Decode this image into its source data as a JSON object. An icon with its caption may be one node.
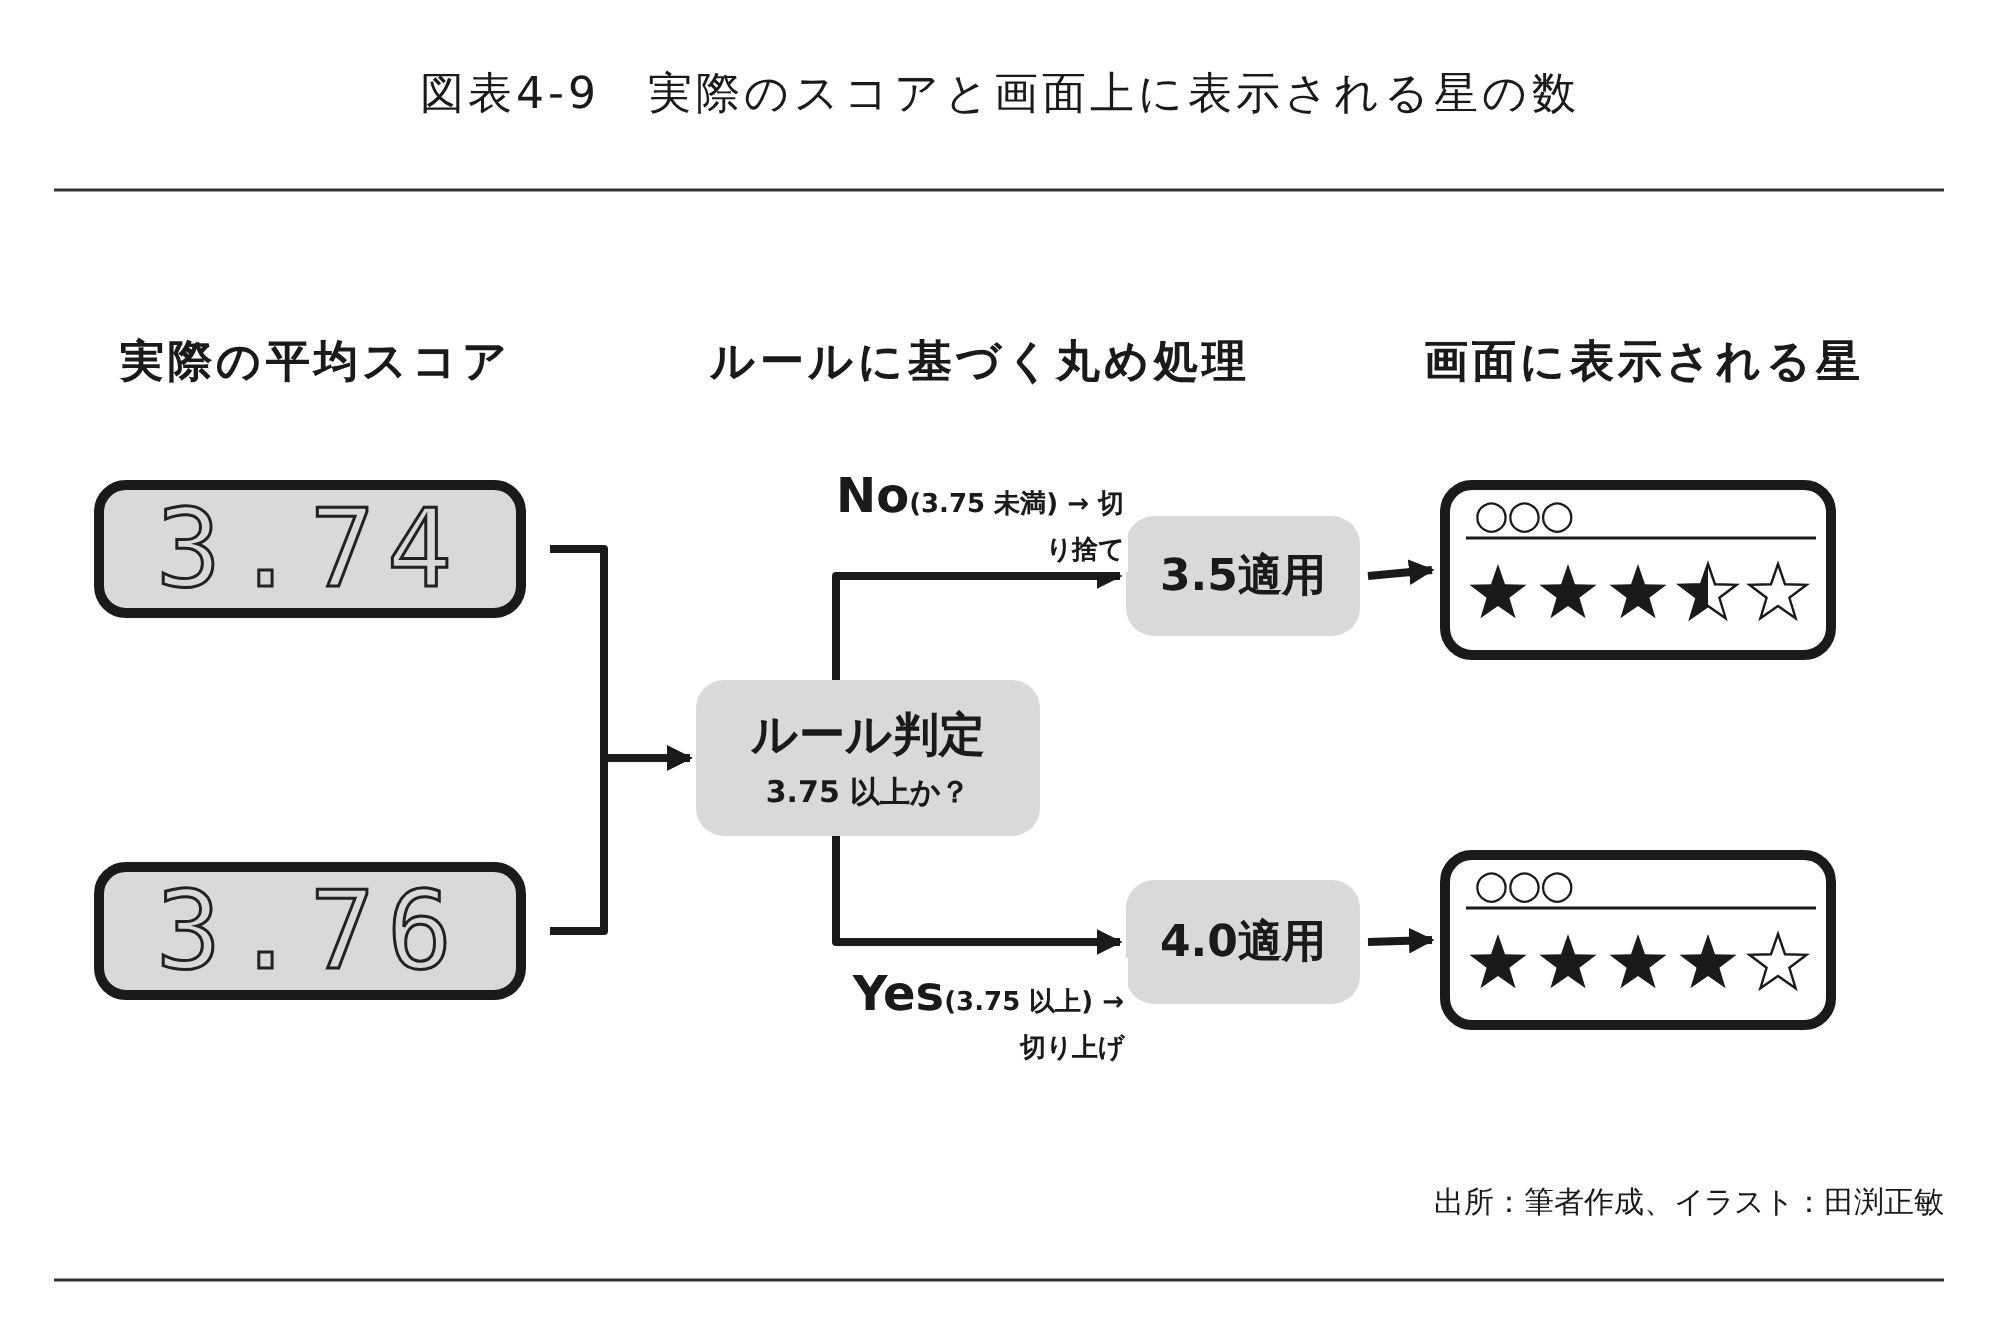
{
  "diagram": {
    "title": "図表4-9　実際のスコアと画面上に表示される星の数",
    "caption": "出所：筆者作成、イラスト：田渕正敏",
    "nodes": [
      {
        "text": [
          "3.74"
        ]
      },
      {
        "text": [
          "3.76"
        ]
      },
      {
        "text": [
          "ルール判定",
          "3.75 以上か？"
        ]
      },
      {
        "text": [
          "3.5適用"
        ]
      },
      {
        "text": [
          "4.0適用"
        ]
      },
      {
        "text": [
          "○○○"
        ]
      },
      {
        "text": [
          "○○○"
        ]
      }
    ],
    "edges": [
      {
        "from": 0,
        "to": 2,
        "arrow": "to"
      },
      {
        "from": 1,
        "to": 2,
        "arrow": "to"
      },
      {
        "from": 2,
        "to": 3,
        "arrow": "to",
        "label": "**No**(3.75 未満) → 切り捨て"
      },
      {
        "from": 2,
        "to": 4,
        "arrow": "to",
        "label": "**Yes**(3.75 以上) → 切り上げ"
      },
      {
        "from": 3,
        "to": 5,
        "arrow": "to"
      },
      {
        "from": 4,
        "to": 6,
        "arrow": "to"
      }
    ],
    "labels": [
      "実際の平均スコア",
      "ルールに基づく丸め処理",
      "画面に表示される星"
    ]
  }
}
